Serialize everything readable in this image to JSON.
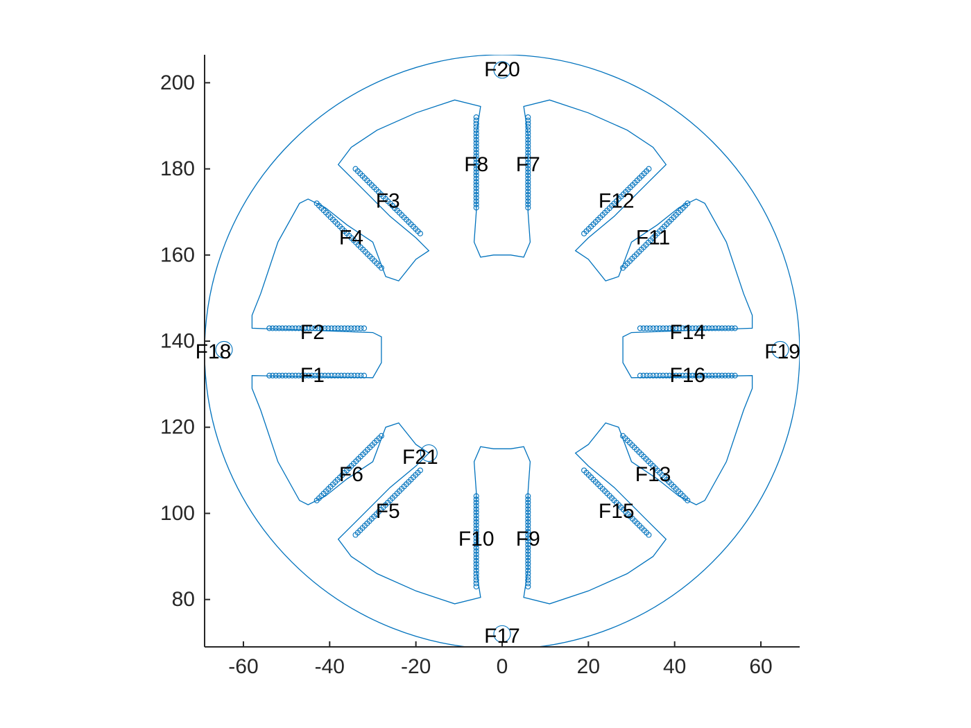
{
  "chart_data": {
    "type": "geometry",
    "title": "",
    "xlabel": "",
    "ylabel": "",
    "xlim": [
      -69,
      69
    ],
    "ylim": [
      69,
      206.5
    ],
    "x_ticks": [
      -60,
      -40,
      -20,
      0,
      20,
      40,
      60
    ],
    "y_ticks": [
      80,
      100,
      120,
      140,
      160,
      180,
      200
    ],
    "colors": {
      "geometry": "#0072BD",
      "axis": "#262626",
      "label": "#000000"
    },
    "outer_circle": {
      "center": [
        0,
        137.5
      ],
      "radius": 69
    },
    "slot_outline": [
      [
        -2,
        160
      ],
      [
        -5,
        159.5
      ],
      [
        -6.5,
        163
      ],
      [
        -6,
        170
      ],
      [
        -6,
        188
      ],
      [
        -5,
        194.5
      ],
      [
        -11,
        196
      ],
      [
        -20,
        193
      ],
      [
        -29,
        189
      ],
      [
        -35,
        185
      ],
      [
        -38,
        181
      ],
      [
        -34,
        177
      ],
      [
        -26,
        169
      ],
      [
        -20,
        164
      ],
      [
        -17,
        161
      ],
      [
        -20,
        159
      ],
      [
        -24,
        154
      ],
      [
        -27,
        155
      ],
      [
        -30,
        163
      ],
      [
        -36,
        167
      ],
      [
        -41,
        171
      ],
      [
        -45,
        173
      ],
      [
        -47,
        172
      ],
      [
        -52,
        163
      ],
      [
        -56,
        151
      ],
      [
        -58,
        146
      ],
      [
        -58,
        143
      ],
      [
        -30,
        142
      ],
      [
        -28,
        141
      ],
      [
        -28,
        135
      ],
      [
        -30,
        131.5
      ],
      [
        -58,
        132
      ],
      [
        -58,
        129
      ],
      [
        -56,
        124
      ],
      [
        -52,
        112
      ],
      [
        -47,
        103
      ],
      [
        -45,
        102
      ],
      [
        -41,
        104
      ],
      [
        -36,
        108
      ],
      [
        -30,
        112
      ],
      [
        -27,
        120
      ],
      [
        -24,
        121
      ],
      [
        -20,
        116
      ],
      [
        -17,
        114
      ],
      [
        -20,
        111
      ],
      [
        -26,
        106
      ],
      [
        -34,
        98
      ],
      [
        -38,
        94
      ],
      [
        -35,
        90
      ],
      [
        -29,
        86
      ],
      [
        -20,
        82
      ],
      [
        -11,
        79
      ],
      [
        -5,
        80.5
      ],
      [
        -6,
        87
      ],
      [
        -6,
        105
      ],
      [
        -6.5,
        112
      ],
      [
        -5,
        115.5
      ],
      [
        -2,
        115
      ],
      [
        2,
        115
      ],
      [
        5,
        115.5
      ],
      [
        6.5,
        112
      ],
      [
        6,
        105
      ],
      [
        6,
        87
      ],
      [
        5,
        80.5
      ],
      [
        11,
        79
      ],
      [
        20,
        82
      ],
      [
        29,
        86
      ],
      [
        35,
        90
      ],
      [
        38,
        94
      ],
      [
        34,
        98
      ],
      [
        26,
        106
      ],
      [
        20,
        111
      ],
      [
        17,
        114
      ],
      [
        20,
        116
      ],
      [
        24,
        121
      ],
      [
        27,
        120
      ],
      [
        30,
        112
      ],
      [
        36,
        108
      ],
      [
        41,
        104
      ],
      [
        45,
        102
      ],
      [
        47,
        103
      ],
      [
        52,
        112
      ],
      [
        56,
        124
      ],
      [
        58,
        129
      ],
      [
        58,
        132
      ],
      [
        30,
        131.5
      ],
      [
        28,
        135
      ],
      [
        28,
        141
      ],
      [
        30,
        142
      ],
      [
        58,
        143
      ],
      [
        58,
        146
      ],
      [
        56,
        151
      ],
      [
        52,
        163
      ],
      [
        47,
        172
      ],
      [
        45,
        173
      ],
      [
        41,
        171
      ],
      [
        36,
        167
      ],
      [
        30,
        163
      ],
      [
        27,
        155
      ],
      [
        24,
        154
      ],
      [
        20,
        159
      ],
      [
        17,
        161
      ],
      [
        20,
        164
      ],
      [
        26,
        169
      ],
      [
        34,
        177
      ],
      [
        38,
        181
      ],
      [
        35,
        185
      ],
      [
        29,
        189
      ],
      [
        20,
        193
      ],
      [
        11,
        196
      ],
      [
        5,
        194.5
      ],
      [
        6,
        188
      ],
      [
        6,
        170
      ],
      [
        6.5,
        163
      ],
      [
        5,
        159.5
      ],
      [
        2,
        160
      ]
    ],
    "faces": [
      {
        "name": "F1",
        "start": [
          -54,
          132
        ],
        "end": [
          -32,
          132
        ],
        "label_at": [
          -44,
          132
        ]
      },
      {
        "name": "F2",
        "start": [
          -54,
          143
        ],
        "end": [
          -32,
          143
        ],
        "label_at": [
          -44,
          142
        ]
      },
      {
        "name": "F3",
        "start": [
          -34,
          180
        ],
        "end": [
          -19,
          165
        ],
        "label_at": [
          -26.5,
          172.5
        ]
      },
      {
        "name": "F4",
        "start": [
          -43,
          172
        ],
        "end": [
          -28,
          157
        ],
        "label_at": [
          -35,
          164
        ]
      },
      {
        "name": "F5",
        "start": [
          -34,
          95
        ],
        "end": [
          -19,
          110
        ],
        "label_at": [
          -26.5,
          100.5
        ]
      },
      {
        "name": "F6",
        "start": [
          -43,
          103
        ],
        "end": [
          -28,
          118
        ],
        "label_at": [
          -35,
          109
        ]
      },
      {
        "name": "F7",
        "start": [
          6,
          192
        ],
        "end": [
          6,
          171
        ],
        "label_at": [
          6,
          181
        ]
      },
      {
        "name": "F8",
        "start": [
          -6,
          192
        ],
        "end": [
          -6,
          171
        ],
        "label_at": [
          -6,
          181
        ]
      },
      {
        "name": "F9",
        "start": [
          6,
          104
        ],
        "end": [
          6,
          83
        ],
        "label_at": [
          6,
          94
        ]
      },
      {
        "name": "F10",
        "start": [
          -6,
          104
        ],
        "end": [
          -6,
          83
        ],
        "label_at": [
          -6,
          94
        ]
      },
      {
        "name": "F11",
        "start": [
          43,
          172
        ],
        "end": [
          28,
          157
        ],
        "label_at": [
          35,
          164
        ]
      },
      {
        "name": "F12",
        "start": [
          34,
          180
        ],
        "end": [
          19,
          165
        ],
        "label_at": [
          26.5,
          172.5
        ]
      },
      {
        "name": "F13",
        "start": [
          43,
          103
        ],
        "end": [
          28,
          118
        ],
        "label_at": [
          35,
          109
        ]
      },
      {
        "name": "F14",
        "start": [
          54,
          143
        ],
        "end": [
          32,
          143
        ],
        "label_at": [
          43,
          142
        ]
      },
      {
        "name": "F15",
        "start": [
          34,
          95
        ],
        "end": [
          19,
          110
        ],
        "label_at": [
          26.5,
          100.5
        ]
      },
      {
        "name": "F16",
        "start": [
          54,
          132
        ],
        "end": [
          32,
          132
        ],
        "label_at": [
          43,
          132
        ]
      },
      {
        "name": "F17",
        "start": [
          0,
          72
        ],
        "end": [
          0,
          72
        ],
        "label_at": [
          0,
          71.5
        ]
      },
      {
        "name": "F18",
        "start": [
          -64.5,
          138
        ],
        "end": [
          -64.5,
          138
        ],
        "label_at": [
          -67,
          137.5
        ]
      },
      {
        "name": "F19",
        "start": [
          64.5,
          138
        ],
        "end": [
          64.5,
          138
        ],
        "label_at": [
          65,
          137.5
        ]
      },
      {
        "name": "F20",
        "start": [
          0,
          203
        ],
        "end": [
          0,
          203
        ],
        "label_at": [
          0,
          203
        ]
      },
      {
        "name": "F21",
        "start": [
          -17,
          114
        ],
        "end": [
          -17,
          114
        ],
        "label_at": [
          -19,
          113
        ]
      }
    ]
  }
}
